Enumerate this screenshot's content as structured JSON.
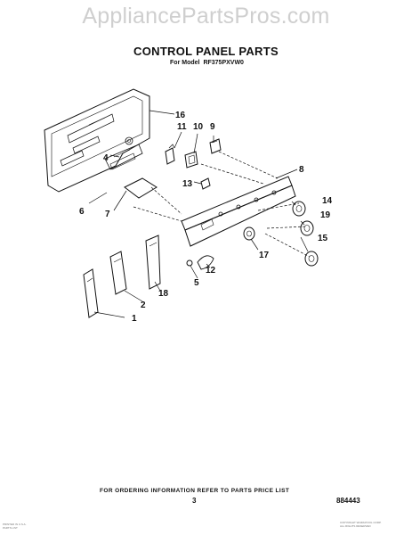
{
  "watermark": "AppliancePartsPros.com",
  "title": "CONTROL PANEL PARTS",
  "model_prefix": "For Model",
  "model_number": "RF375PXVW0",
  "callouts": [
    "16",
    "11",
    "10",
    "9",
    "4",
    "8",
    "13",
    "14",
    "6",
    "7",
    "19",
    "15",
    "17",
    "12",
    "5",
    "18",
    "2",
    "1"
  ],
  "footer_note": "FOR ORDERING INFORMATION REFER TO PARTS PRICE LIST",
  "page_number": "3",
  "drawing_code": "884443",
  "fine_print_left": [
    "PRINTED IN U.S.A.",
    "PARTS LIST"
  ],
  "fine_print_right": [
    "COPYRIGHT WHIRLPOOL CORP.",
    "ALL RIGHTS RESERVED"
  ]
}
